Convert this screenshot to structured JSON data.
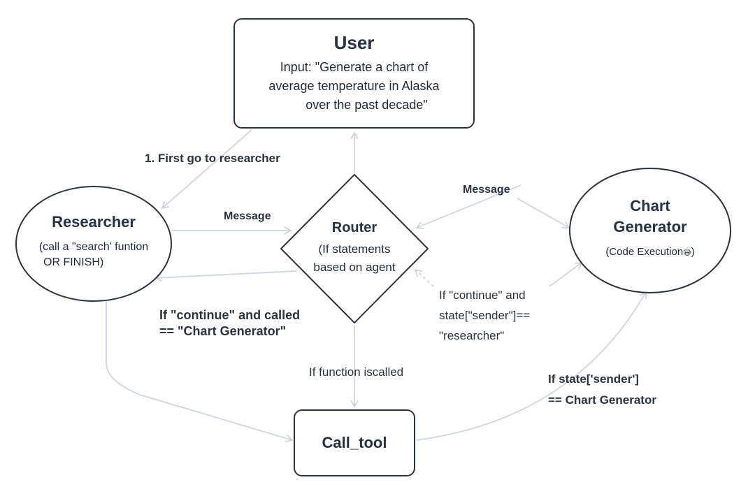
{
  "nodes": {
    "user": {
      "title": "User",
      "lines": [
        "Input: \"Generate a chart of",
        "average temperature in Alaska",
        "over the past decade\""
      ]
    },
    "researcher": {
      "title": "Researcher",
      "lines": [
        "(call a \"search' funtion",
        "OR FINISH)"
      ]
    },
    "router": {
      "title": "Router",
      "lines": [
        "(If statements",
        "based on agent"
      ]
    },
    "chart_generator": {
      "title_lines": [
        "Chart",
        "Generator"
      ],
      "subtitle": "(Code Execution",
      "emoji": "😅",
      "subtitle_end": ")"
    },
    "call_tool": {
      "title": "Call_tool"
    }
  },
  "edge_labels": {
    "first_go": "1. First go to researcher",
    "message_left": "Message",
    "message_right": "Message",
    "continue_called": [
      "If \"continue\" and called",
      "== \"Chart Generator\""
    ],
    "continue_sender": [
      "If \"continue\" and",
      "state[\"sender\"]==",
      "\"researcher\""
    ],
    "function_called": "If function iscalled",
    "sender_chart": [
      "If state['sender']",
      "== Chart Generator"
    ]
  },
  "colors": {
    "edge": "#d2d8e2",
    "node_border": "#2a3340",
    "text": "#1f2a3a"
  }
}
